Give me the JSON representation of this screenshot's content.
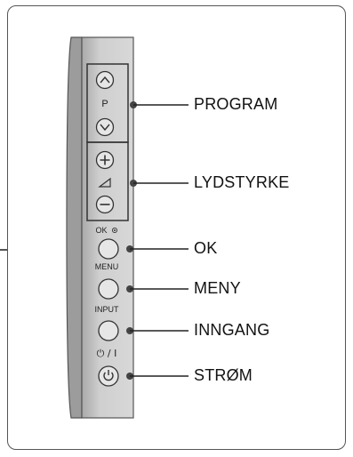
{
  "panel": {
    "program_group_p": "P",
    "ok_caption": "OK",
    "menu_caption": "MENU",
    "input_caption": "INPUT",
    "power_caption": "⏻ / I"
  },
  "callouts": {
    "program": "PROGRAM",
    "volume": "LYDSTYRKE",
    "ok": "OK",
    "menu": "MENY",
    "input": "INNGANG",
    "power": "STRØM"
  },
  "icons": [
    "chevron-up-icon",
    "chevron-down-icon",
    "plus-icon",
    "volume-icon",
    "minus-icon",
    "ok-dot-icon",
    "power-icon"
  ]
}
